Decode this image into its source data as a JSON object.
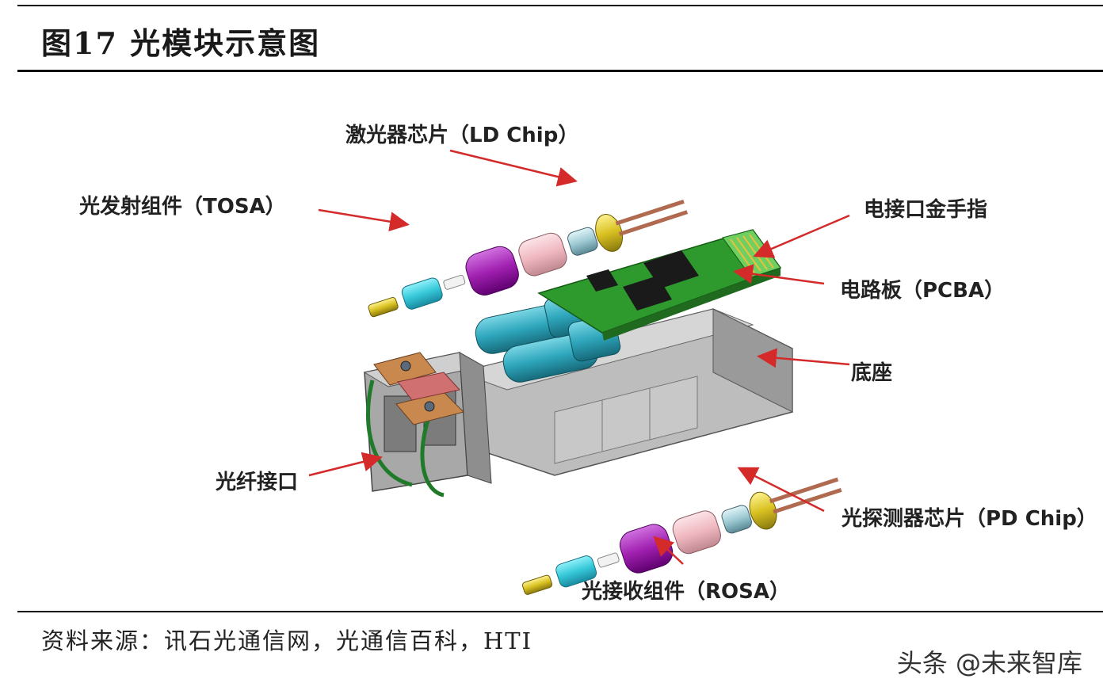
{
  "header": {
    "title": "图17 光模块示意图"
  },
  "labels": {
    "ld_chip": "激光器芯片（LD Chip）",
    "tosa": "光发射组件（TOSA）",
    "gold_finger": "电接口金手指",
    "pcba": "电路板（PCBA）",
    "base": "底座",
    "fiber_port": "光纤接口",
    "pd_chip": "光探测器芯片（PD Chip）",
    "rosa": "光接收组件（ROSA）"
  },
  "footer": {
    "source": "资料来源：讯石光通信网，光通信百科，HTI"
  },
  "watermark": "头条 @未来智库",
  "colors": {
    "arrow": "#d42a2a",
    "pcb": "#2e9a2e",
    "housing": "#9a9a9a",
    "cyan_part": "#35c8d8",
    "purple_part": "#a020b0",
    "pink_part": "#f0b8c0",
    "gold_part": "#d8c020"
  }
}
